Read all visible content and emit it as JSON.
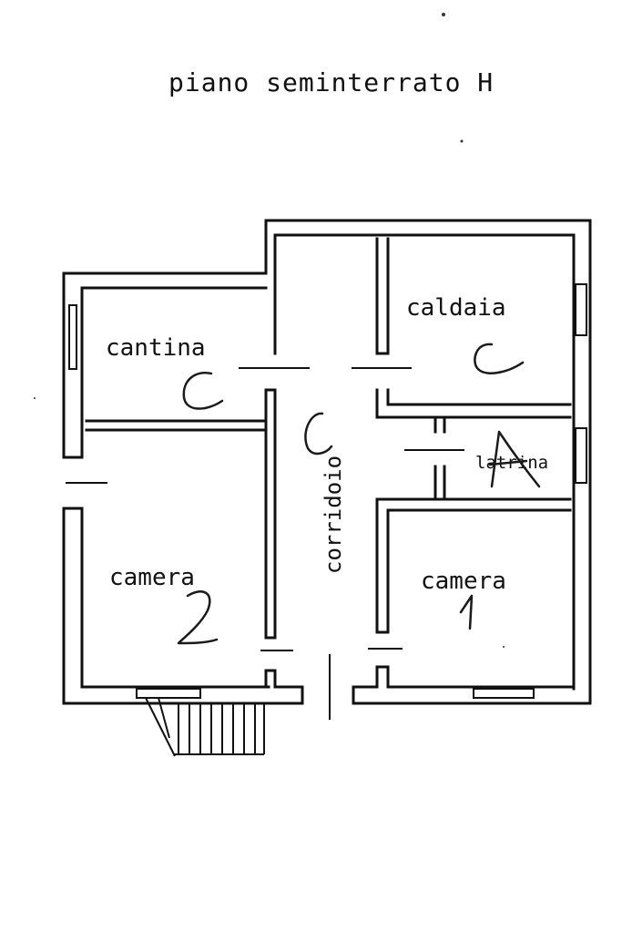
{
  "title": "piano seminterrato H",
  "rooms": {
    "cantina": {
      "name": "cantina",
      "code": "C"
    },
    "caldaia": {
      "name": "caldaia",
      "code": "C"
    },
    "corridoio": {
      "name": "corridoio",
      "code": "C"
    },
    "latrina": {
      "name": "latrina",
      "code": "A"
    },
    "camera_left": {
      "name": "camera",
      "code": "2"
    },
    "camera_right": {
      "name": "camera",
      "code": "1"
    }
  }
}
